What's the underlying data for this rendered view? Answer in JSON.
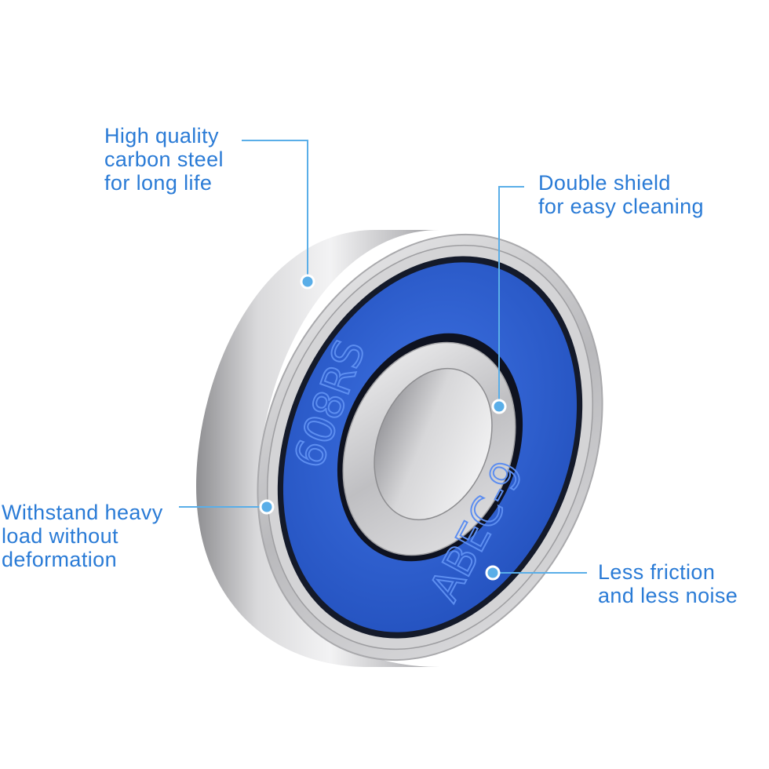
{
  "callouts": {
    "carbon_steel": [
      "High quality",
      "carbon steel",
      "for long life"
    ],
    "double_shield": [
      "Double shield",
      "for easy cleaning"
    ],
    "heavy_load": [
      "Withstand heavy",
      "load without",
      "deformation"
    ],
    "low_friction": [
      "Less friction",
      "and less noise"
    ]
  },
  "bearing": {
    "model_marking": "608RS",
    "grade_marking": "ABEC-9"
  },
  "colors": {
    "callout_text": "#2a7bd6",
    "callout_line": "#5aaee8",
    "shield_blue": "#2f5fd0",
    "steel": "#c9c9cb"
  }
}
